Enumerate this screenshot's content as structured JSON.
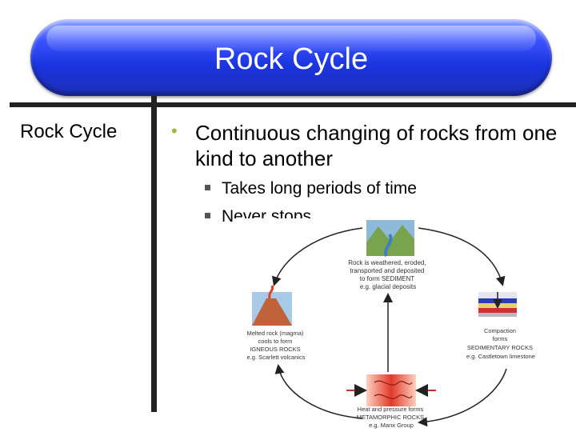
{
  "slide": {
    "title": "Rock Cycle",
    "left_label": "Rock Cycle",
    "bullet": "Continuous changing of rocks from one kind to another",
    "sub_bullets": [
      "Takes long periods of time",
      "Never stops"
    ]
  },
  "diagram": {
    "top_label": [
      "Rock is weathered, eroded,",
      "transported and deposited",
      "to form SEDIMENT",
      "e.g. glacial deposits"
    ],
    "left_label": [
      "Melted rock (magma)",
      "cools to form",
      "IGNEOUS ROCKS",
      "e.g. Scarlett volcanics"
    ],
    "right_label": [
      "Compaction",
      "forms",
      "SEDIMENTARY ROCKS",
      "e.g. Castletown limestone"
    ],
    "bottom_label": [
      "Heat and pressure forms",
      "METAMORPHIC ROCKS",
      "e.g. Manx Group"
    ]
  },
  "colors": {
    "title_bar": "#1a34e0",
    "bullet": "#9bbb3a"
  }
}
